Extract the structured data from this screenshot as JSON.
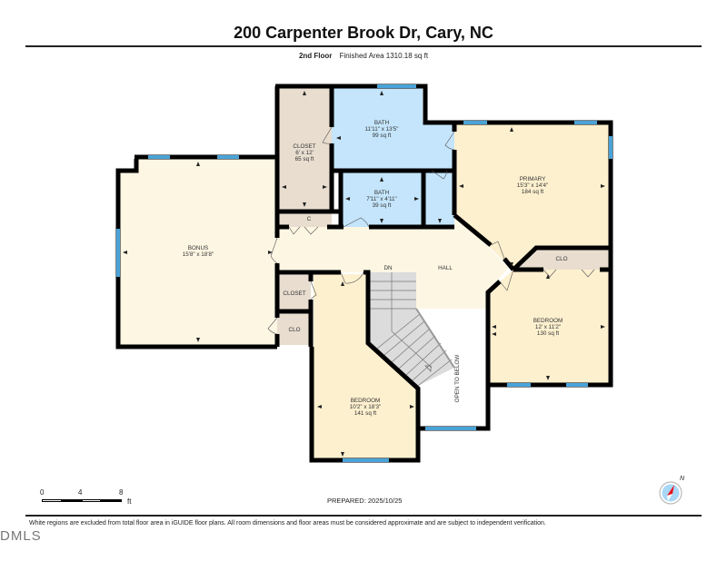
{
  "header": {
    "title": "200 Carpenter Brook Dr, Cary, NC",
    "floor": "2nd Floor",
    "finished_area": "Finished Area 1310.18 sq ft"
  },
  "rooms": {
    "bonus": {
      "name": "BONUS",
      "dims": "15'8\" x 18'8\""
    },
    "closet_large": {
      "name": "CLOSET",
      "dims": "6' x 12'",
      "area": "65 sq ft"
    },
    "bath_main": {
      "name": "BATH",
      "dims": "11'11\" x 13'5\"",
      "area": "99 sq ft"
    },
    "bath_small": {
      "name": "BATH",
      "dims": "7'11\" x 4'11\"",
      "area": "39 sq ft"
    },
    "primary": {
      "name": "PRIMARY",
      "dims": "15'3\" x 14'4\"",
      "area": "184 sq ft"
    },
    "c_closet": {
      "name": "C"
    },
    "hall": {
      "name": "HALL"
    },
    "stairs": {
      "label": "DN"
    },
    "closet_small": {
      "name": "CLOSET"
    },
    "clo_left": {
      "name": "CLO"
    },
    "clo_right": {
      "name": "CLO"
    },
    "bedroom_right": {
      "name": "BEDROOM",
      "dims": "12' x 11'2\"",
      "area": "130 sq ft"
    },
    "bedroom_bottom": {
      "name": "BEDROOM",
      "dims": "10'2\" x 18'3\"",
      "area": "141 sq ft"
    },
    "open_below": {
      "name": "OPEN TO BELOW"
    }
  },
  "scale": {
    "t0": "0",
    "t4": "4",
    "t8": "8",
    "unit": "ft"
  },
  "prepared": "PREPARED: 2025/10/25",
  "compass": {
    "label": "N"
  },
  "disclaimer": "White regions are excluded from total floor area in iGUIDE floor plans. All room dimensions and floor areas must be considered approximate and are subject to independent verification.",
  "watermark": "DMLS",
  "colors": {
    "wall": "#000000",
    "window": "#4aa3d8",
    "bedroom_fill": "#fdf0cf",
    "hall_fill": "#fdf6e3",
    "bath_fill": "#c4e5fb",
    "closet_fill": "#e8ddcf",
    "stairs_fill": "#dcdcdc"
  }
}
